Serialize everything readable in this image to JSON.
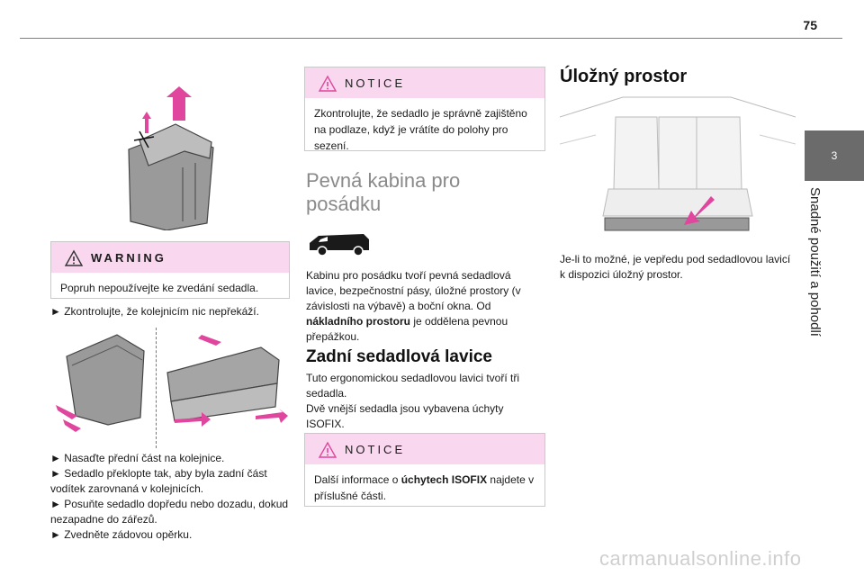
{
  "page": {
    "number": "75"
  },
  "chapter": {
    "number": "3",
    "title": "Snadné použití a pohodlí"
  },
  "warning": {
    "label": "WARNING",
    "text": "Popruh nepoužívejte ke zvedání sedadla."
  },
  "left_col": {
    "step1": "► Zkontrolujte, že kolejnicím nic nepřekáží.",
    "steps": [
      "► Nasaďte přední část na kolejnice.",
      "► Sedadlo překlopte tak, aby byla zadní část vodítek zarovnaná v kolejnicích.",
      "► Posuňte sedadlo dopředu nebo dozadu, dokud nezapadne do zářezů.",
      "► Zvedněte zádovou opěrku."
    ]
  },
  "notice1": {
    "label": "NOTICE",
    "text": "Zkontrolujte, že sedadlo je správně zajištěno na podlaze, když je vrátíte do polohy pro sezení."
  },
  "cabin": {
    "title_line1": "Pevná kabina pro",
    "title_line2": "posádku",
    "text_a": "Kabinu pro posádku tvoří pevná sedadlová lavice, bezpečnostní pásy, úložné prostory (v závislosti na výbavě) a boční okna. Od",
    "text_bold": "nákladního prostoru",
    "text_b": "je oddělena pevnou přepážkou."
  },
  "rear_bench": {
    "title": "Zadní sedadlová lavice",
    "text1": "Tuto ergonomickou sedadlovou lavici tvoří tři sedadla.",
    "text2": "Dvě vnější sedadla jsou vybavena úchyty ISOFIX."
  },
  "notice2": {
    "label": "NOTICE",
    "text_a": "Další informace o",
    "text_bold": "úchytech ISOFIX",
    "text_b": "najdete v příslušné části."
  },
  "storage": {
    "title": "Úložný prostor",
    "text": "Je-li to možné, je vepředu pod sedadlovou lavicí k dispozici úložný prostor."
  },
  "watermark": "carmanualsonline.info",
  "colors": {
    "accent": "#e0469d",
    "box_header": "#f8d7ef",
    "tab": "#6b6b6b"
  }
}
